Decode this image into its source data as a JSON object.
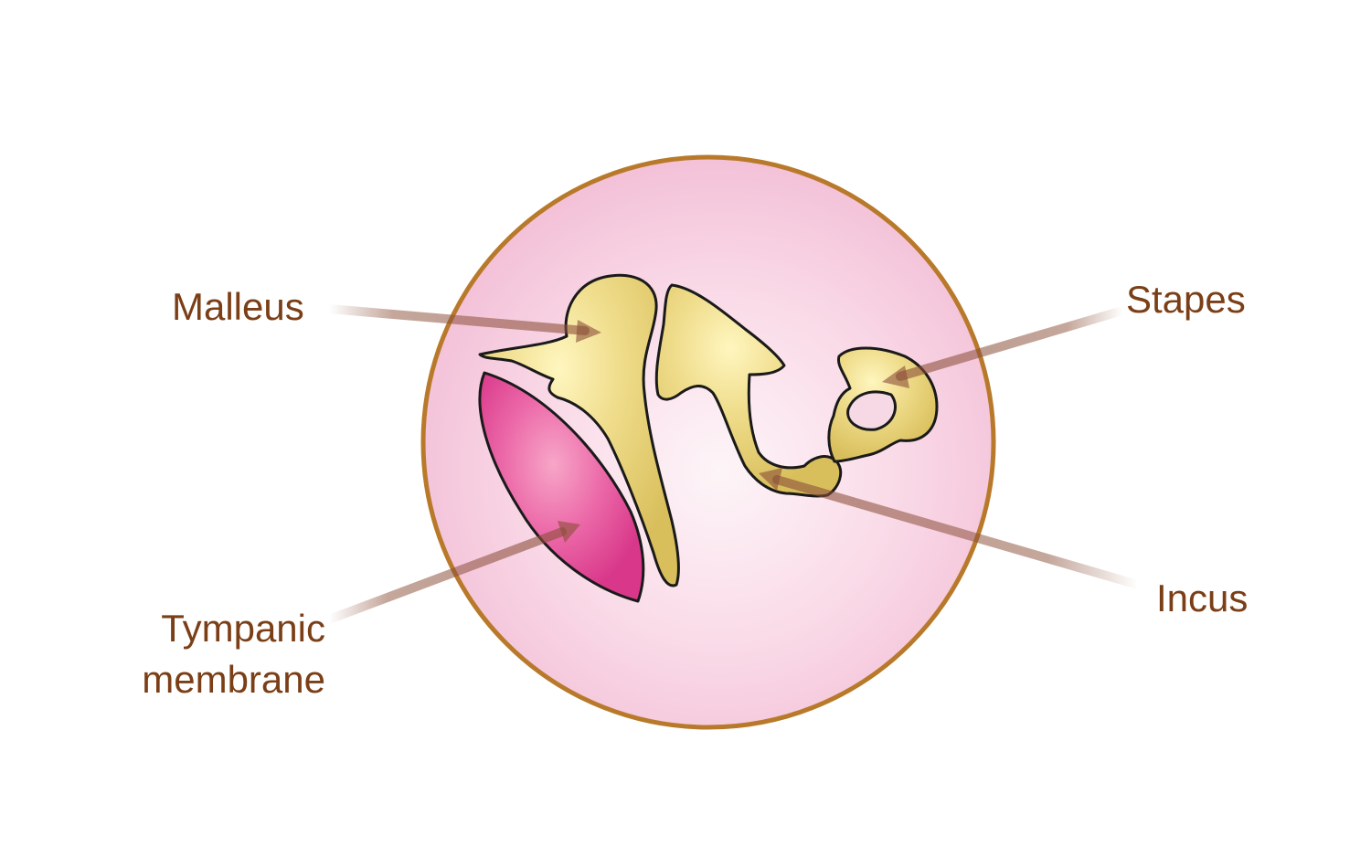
{
  "labels": {
    "malleus": "Malleus",
    "stapes": "Stapes",
    "incus": "Incus",
    "tympanic_line1": "Tympanic",
    "tympanic_line2": "membrane"
  },
  "colors": {
    "circle_border": "#b87a2a",
    "circle_fill_center": "#fdf3f7",
    "circle_fill_edge": "#f4c6dc",
    "bone_fill": "#e9d580",
    "bone_highlight": "#fff7c2",
    "membrane_fill": "#e74b98",
    "membrane_highlight": "#f7a9cc",
    "pointer_color": "#8a4e38",
    "label_color": "#7b3f17"
  }
}
